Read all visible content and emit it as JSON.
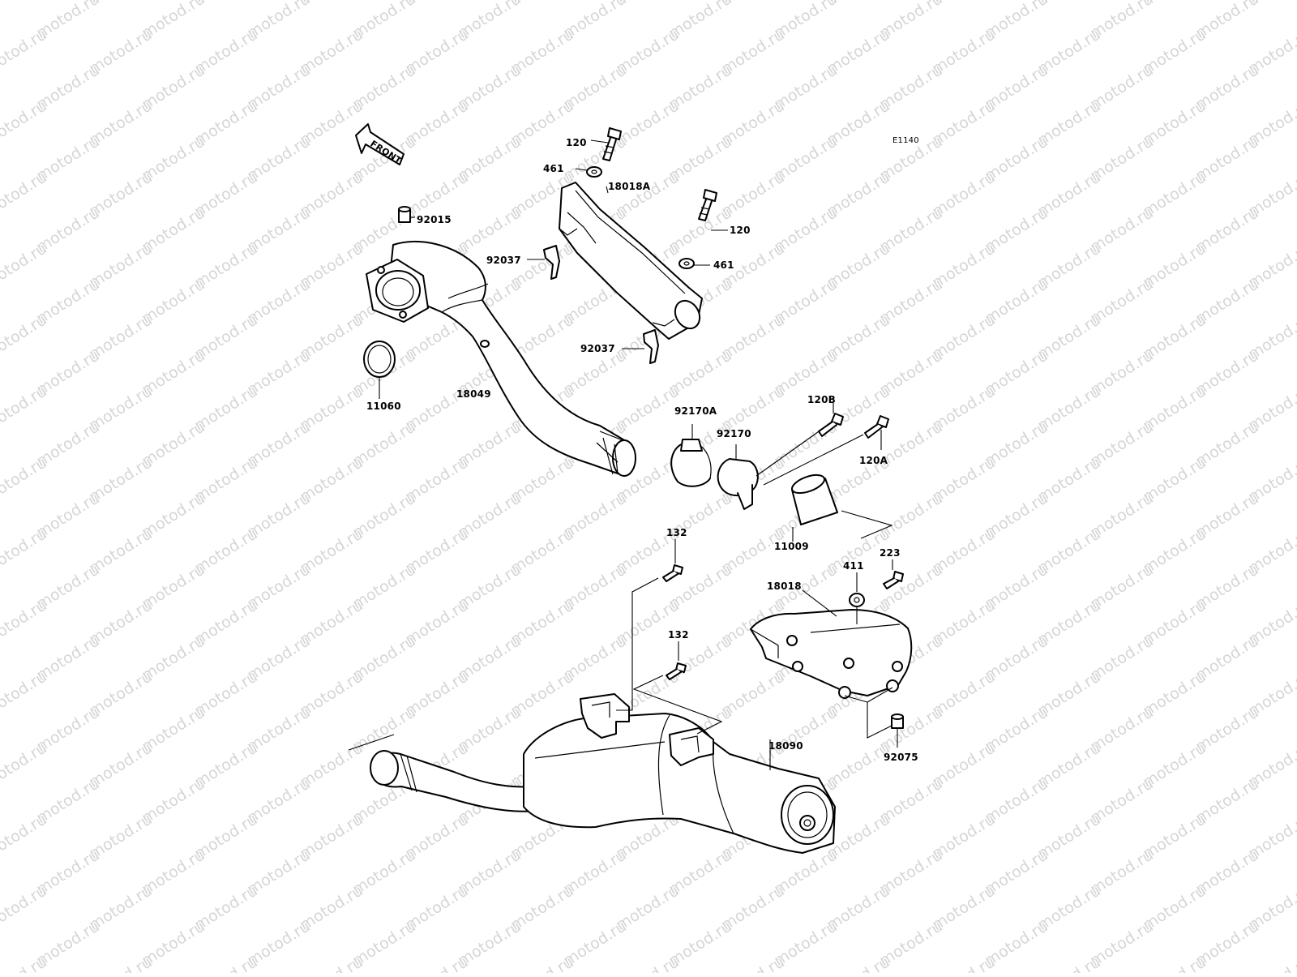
{
  "watermark": "motod.ru",
  "diagram_id": "E1140",
  "front_label": "FRONT",
  "labels": {
    "p120_top": "120",
    "p461_top": "461",
    "p18018A": "18018A",
    "p120_right": "120",
    "p461_right": "461",
    "p92015": "92015",
    "p92037_upper": "92037",
    "p92037_lower": "92037",
    "p11060": "11060",
    "p18049": "18049",
    "p92170A": "92170A",
    "p92170": "92170",
    "p120B": "120B",
    "p120A": "120A",
    "p11009": "11009",
    "p132_upper": "132",
    "p132_lower": "132",
    "p223": "223",
    "p411": "411",
    "p18018": "18018",
    "p18090": "18090",
    "p92075": "92075"
  },
  "colors": {
    "line": "#000000",
    "watermark": "#d6d6d6",
    "background": "#ffffff"
  }
}
